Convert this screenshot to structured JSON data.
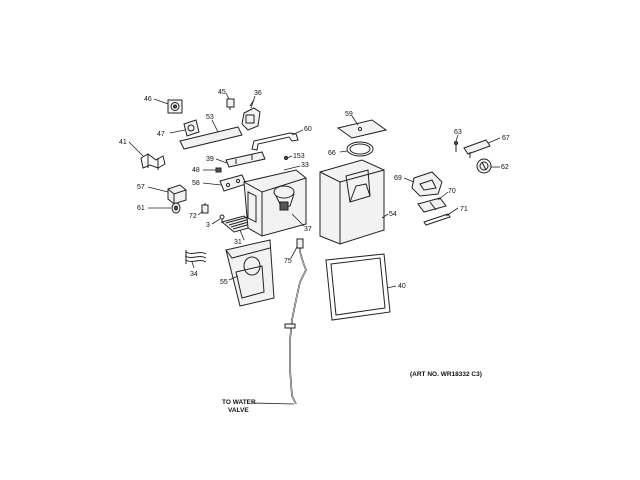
{
  "diagram": {
    "art_number": "(ART NO. WR18332 C3)",
    "water_valve_label_line1": "TO WATER",
    "water_valve_label_line2": "VALVE",
    "callouts": {
      "p46": "46",
      "p45": "45",
      "p36": "36",
      "p47": "47",
      "p53": "53",
      "p41": "41",
      "p39": "39",
      "p60": "60",
      "p153": "153",
      "p33": "33",
      "p48": "48",
      "p58": "58",
      "p57": "57",
      "p61": "61",
      "p72": "72",
      "p3": "3",
      "p31": "31",
      "p37": "37",
      "p34": "34",
      "p55": "55",
      "p75": "75",
      "p59": "59",
      "p66": "66",
      "p54": "54",
      "p40": "40",
      "p63": "63",
      "p67": "67",
      "p62": "62",
      "p69": "69",
      "p70": "70",
      "p71": "71"
    }
  }
}
